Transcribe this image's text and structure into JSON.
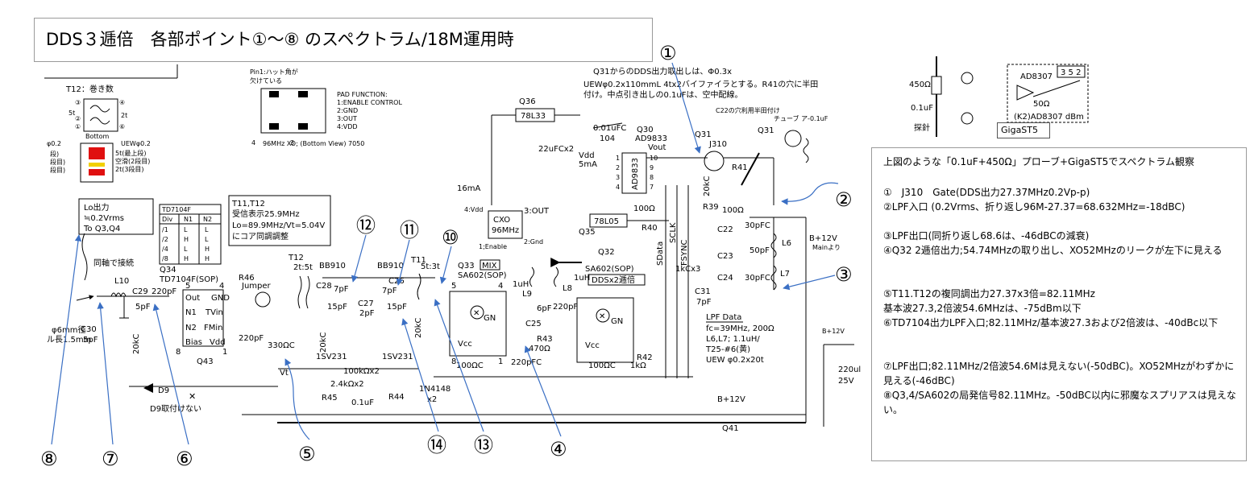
{
  "title": "DDS３逓倍　各部ポイント①～⑧ のスペクトラム/18M運用時",
  "markers": {
    "m1": "①",
    "m2": "②",
    "m3": "③",
    "m4": "④",
    "m5": "⑤",
    "m6": "⑥",
    "m7": "⑦",
    "m8": "⑧",
    "m10": "⑩",
    "m11": "⑪",
    "m12": "⑫",
    "m13": "⑬",
    "m14": "⑭"
  },
  "notes": {
    "title": "上図のような「0.1uF+450Ω」プローブ+GigaST5でスペクトラム観察",
    "lines": [
      "①　J310　Gate(DDS出力27.37MHz0.2Vp-p)",
      "②LPF入口 (0.2Vrms、折り返し96M-27.37=68.632MHz=-18dBC)",
      "③LPF出口(同折り返し68.6は、-46dBCの減衰)",
      "④Q32 2逓倍出力;54.74MHzの取り出し、XO52MHzのリークが左下に見える",
      "⑤T11.T12の複同調出力27.37x3倍=82.11MHz",
      "基本波27.3,2倍波54.6MHzは、-75dBm以下",
      "⑥TD7104出力LPF入口;82.11MHz/基本波27.3および2倍波は、-40dBc以下",
      "⑦LPF出口;82.11MHz/2倍波54.6Mは見えない(-50dBC)。XO52MHzがわずかに見える(-46dBC)",
      "⑧Q3,4/SA602の局発信号82.11MHz。-50dBC以内に邪魔なスプリアスは見えない。"
    ]
  },
  "labels": {
    "t12_winding": "T12：巻き数",
    "bottom": "Bottom",
    "uew": "UEWφ0.2",
    "phi02": "φ0.2",
    "t5": "5t(最上段)",
    "t_void": "空滑(2段目)",
    "t2": "2t(3段目)",
    "dan1": "段)",
    "dan2": "段目)",
    "dan3": "段目)",
    "t5t": "5t",
    "t2t": "2t",
    "pin1": "Pin1:ハット角が",
    "pin1b": "欠けている",
    "pad_fn": "PAD FUNCTION:",
    "pad1": "1:ENABLE CONTROL",
    "pad2": "2:GND",
    "pad3": "3:OUT",
    "pad4": "4:VDD",
    "xo": "96MHz XO; (Bottom View)  7050",
    "lo_out": "Lo出力",
    "lo_v": "≒0.2Vrms",
    "lo_to": "To Q3,Q4",
    "td_title": "TD7104F",
    "td_cols": [
      "Div",
      "N1",
      "N2"
    ],
    "td_rows": [
      [
        "/1",
        "L",
        "L"
      ],
      [
        "/2",
        "H",
        "L"
      ],
      [
        "/4",
        "L",
        "H"
      ],
      [
        "/8",
        "H",
        "H"
      ]
    ],
    "t11t12": "T11,T12",
    "t_rx": "受信表示25.9MHz",
    "t_lo": "Lo=89.9MHz/Vt=5.04V",
    "t_adj": "にコア同調調整",
    "coax": "同軸で接続",
    "l10": "L10",
    "c29": "C29",
    "p220": "220pF",
    "p5": "5pF",
    "c30": "C30",
    "p5b": "5pF",
    "wire1": "φ6mm径",
    "wire2": "ル長1.5mm",
    "q34": "Q34",
    "td7104sop": "TD7104F(SOP)",
    "out": "Out",
    "gnd": "GND",
    "n1": "N1",
    "tvin": "TVin",
    "n2": "N2",
    "fmin": "FMin",
    "bias": "Bias",
    "vdd": "Vdd",
    "q43": "Q43",
    "p5n": "5",
    "p4n": "4",
    "p8n": "8",
    "p1n": "1",
    "k20": "20kC",
    "r46": "R46",
    "jumper": "Jumper",
    "p220b": "220pF",
    "r330": "330ΩC",
    "d9": "D9",
    "d9b": "D9取付けない",
    "t12": "T12",
    "t12w": "2t:5t",
    "bb910": "BB910",
    "c28": "C28",
    "p7": "7pF",
    "p15": "15pF",
    "c27": "C27",
    "p2": "2pF",
    "k20b": "20kC",
    "sv1": "1SV231",
    "vt": "Vt",
    "r45": "R45",
    "r2k4": "2.4kΩx2",
    "r100k": "100kΩx2",
    "c01": "0.1uF",
    "r44": "R44",
    "bb910b": "BB910",
    "c26": "C26",
    "p7b": "7pF",
    "p15b": "15pF",
    "k20c": "20kC",
    "sv2": "1SV231",
    "t11": "T11",
    "t11w": "5t:3t",
    "d1n": "1N4148",
    "x2": "x2",
    "q33": "Q33",
    "mix": "MIX",
    "sa602": "SA602(SOP)",
    "gn": "GN",
    "vcc": "Vcc",
    "r100c": "100ΩC",
    "q32": "Q32",
    "sa602b": "SA602(SOP)",
    "ddsx2": "DDSx2逓倍",
    "l9": "L9",
    "l8": "L8",
    "u1": "1uH",
    "u1b": "1uH",
    "p6": "6pF",
    "c25": "C25",
    "p220c": "220pF",
    "r43": "R43",
    "r470": "470Ω",
    "p220d": "220pFC",
    "r100c2": "100ΩC",
    "r42": "R42",
    "r1k": "1kΩ",
    "gnb": "GN",
    "vccb": "Vcc",
    "q36": "Q36",
    "reg78l33": "78L33",
    "c22uf": "22uFCx2",
    "vdd5": "Vdd",
    "ma5": "5mA",
    "c01b": "0.01uFC",
    "n104": "104",
    "q30": "Q30",
    "ad9833": "AD9833",
    "vout": "Vout",
    "ad9833v": "AD9833",
    "ma16": "16mA",
    "vdd4": "4:Vdd",
    "cxo": "CXO",
    "mhz96": "96MHz",
    "out3": "3:OUT",
    "en1": "1;Enable",
    "gnd2": "2:Gnd",
    "q35": "Q35",
    "reg78l05": "78L05",
    "r100": "100Ω",
    "r40": "R40",
    "sclk": "SCLK",
    "fsync": "FSYNC",
    "sdata": "SData",
    "r1kc": "1kCx3",
    "q31": "Q31",
    "j310": "J310",
    "k20d": "20kC",
    "r39": "R39",
    "r100e": "100Ω",
    "r41": "R41",
    "q31b": "Q31",
    "c22hole": "C22の穴利用半田付け",
    "tube": "チューブ ア-0.1uF",
    "top1": "Q31からのDDS出力取出しは、Φ0.3x",
    "top2": "UEWφ0.2x110mmL 4tx2バイファイラとする。R41の穴に半田",
    "top3": "付け。中点引き出しの0.1uFは、空中配線。",
    "c22": "C22",
    "p30a": "30pFC",
    "l6": "L6",
    "c23": "C23",
    "p50": "50pF",
    "c24": "C24",
    "p30b": "30pFC",
    "l7": "L7",
    "b12": "B+12V",
    "mainyori": "Mainより",
    "c31": "C31",
    "p7c": "7pF",
    "lpf": "LPF Data",
    "lpf1": "fc=39MHz, 200Ω",
    "lpf2": "L6,L7; 1.1uH/",
    "lpf3": "T25-#6(黄)",
    "lpf4": "UEW φ0.2x20t",
    "b12b": "B+12V",
    "b12c": "B+12V",
    "c220": "220ul",
    "v25": "25V",
    "q41": "Q41",
    "probe_r": "450Ω",
    "probe_c": "0.1uF",
    "probe": "探針",
    "ad8307": "AD8307",
    "r50": "50Ω",
    "ad8307b": "(K2)AD8307 dBm",
    "gigast5": "GigaST5",
    "pins": "3 5 2"
  }
}
